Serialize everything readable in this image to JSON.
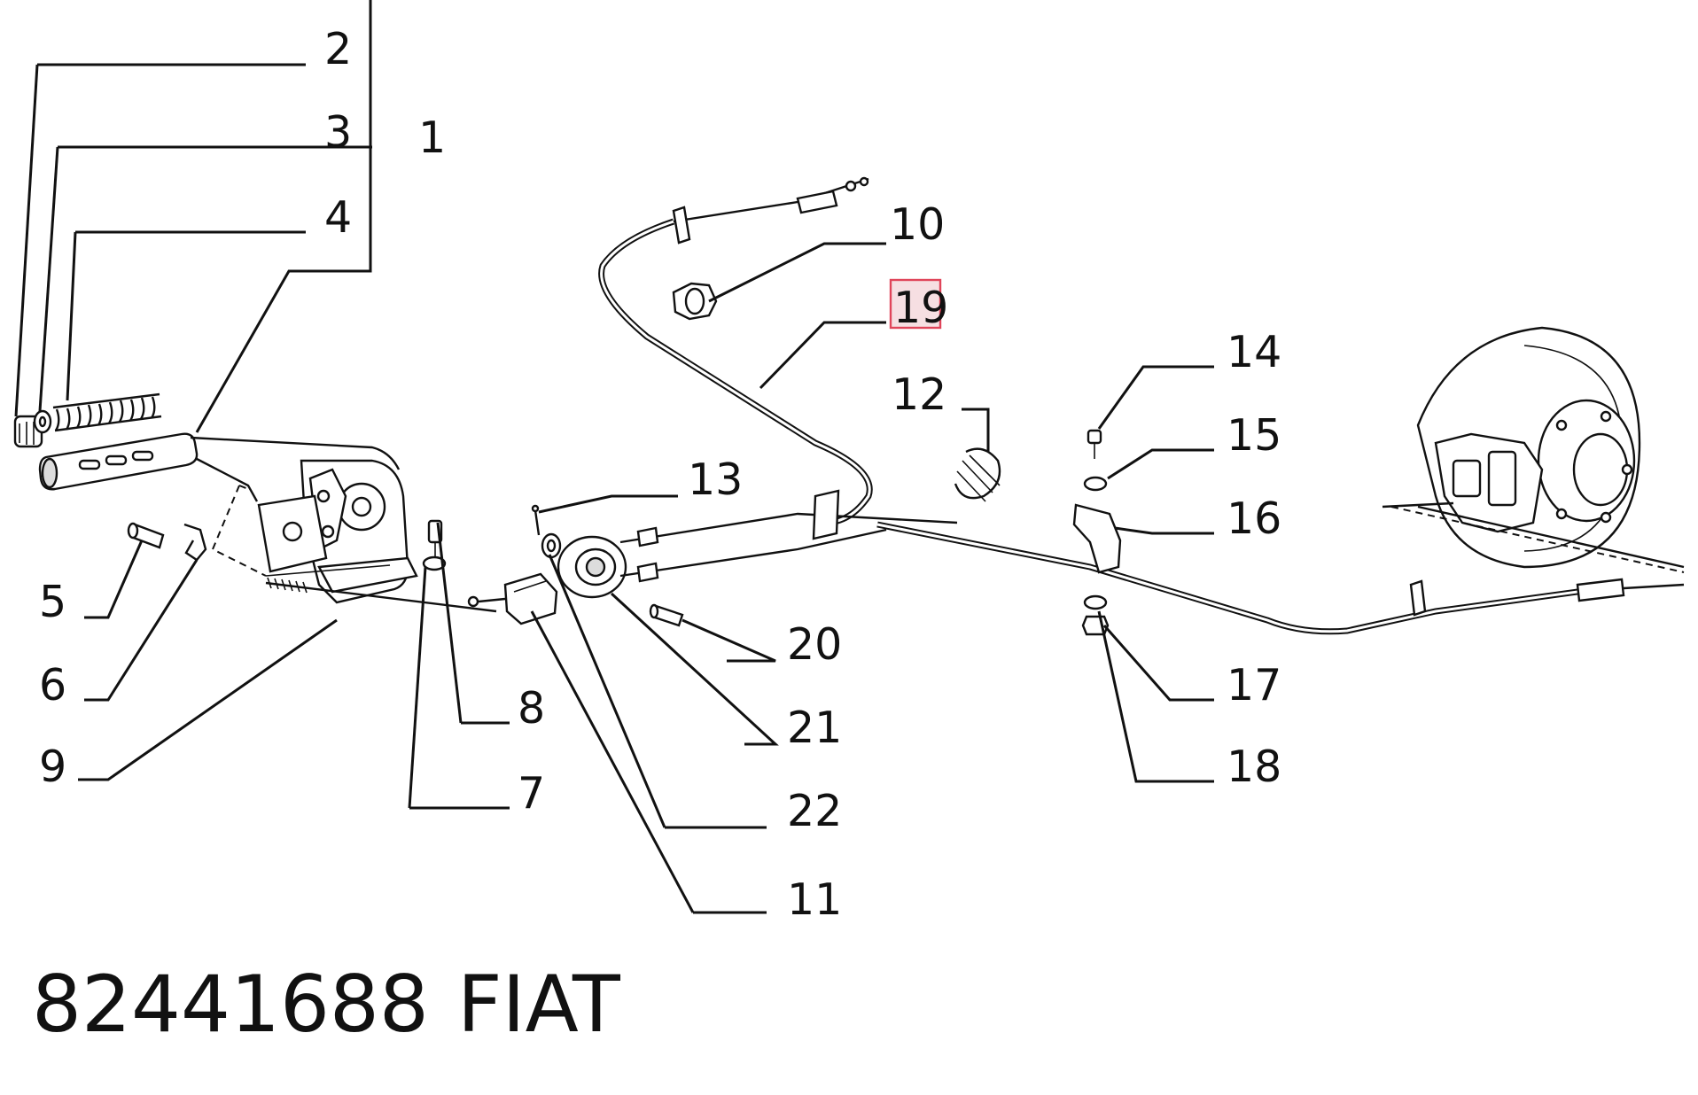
{
  "callouts": {
    "n1": "1",
    "n2": "2",
    "n3": "3",
    "n4": "4",
    "n5": "5",
    "n6": "6",
    "n7": "7",
    "n8": "8",
    "n9": "9",
    "n10": "10",
    "n11": "11",
    "n12": "12",
    "n13": "13",
    "n14": "14",
    "n15": "15",
    "n16": "16",
    "n17": "17",
    "n18": "18",
    "n19": "19",
    "n20": "20",
    "n21": "21",
    "n22": "22"
  },
  "highlight": {
    "label": "19",
    "fill": "#f6dfe2",
    "stroke": "#e0455a"
  },
  "footer": {
    "part_number": "82441688",
    "brand": "FIAT"
  }
}
